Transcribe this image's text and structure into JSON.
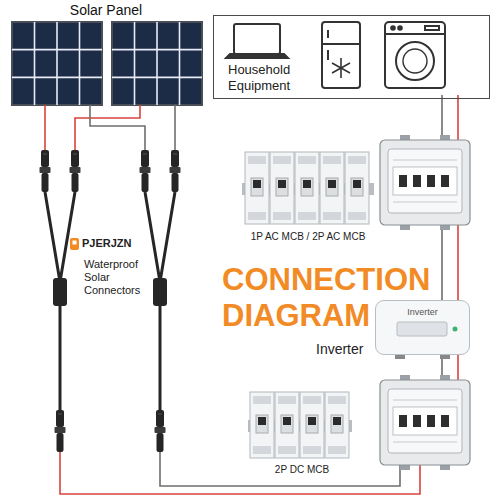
{
  "diagram": {
    "title": "CONNECTION DIAGRAM",
    "nodes": [
      {
        "text": [
          "Solar Panel"
        ]
      },
      {
        "text": [
          "Household Equipment"
        ]
      },
      {
        "text": [
          "Inverter"
        ]
      }
    ],
    "labels": [
      "PJERJZN",
      "Waterproof Solar Connectors",
      "1P AC MCB / 2P AC MCB",
      "Inverter",
      "2P DC MCB"
    ]
  }
}
